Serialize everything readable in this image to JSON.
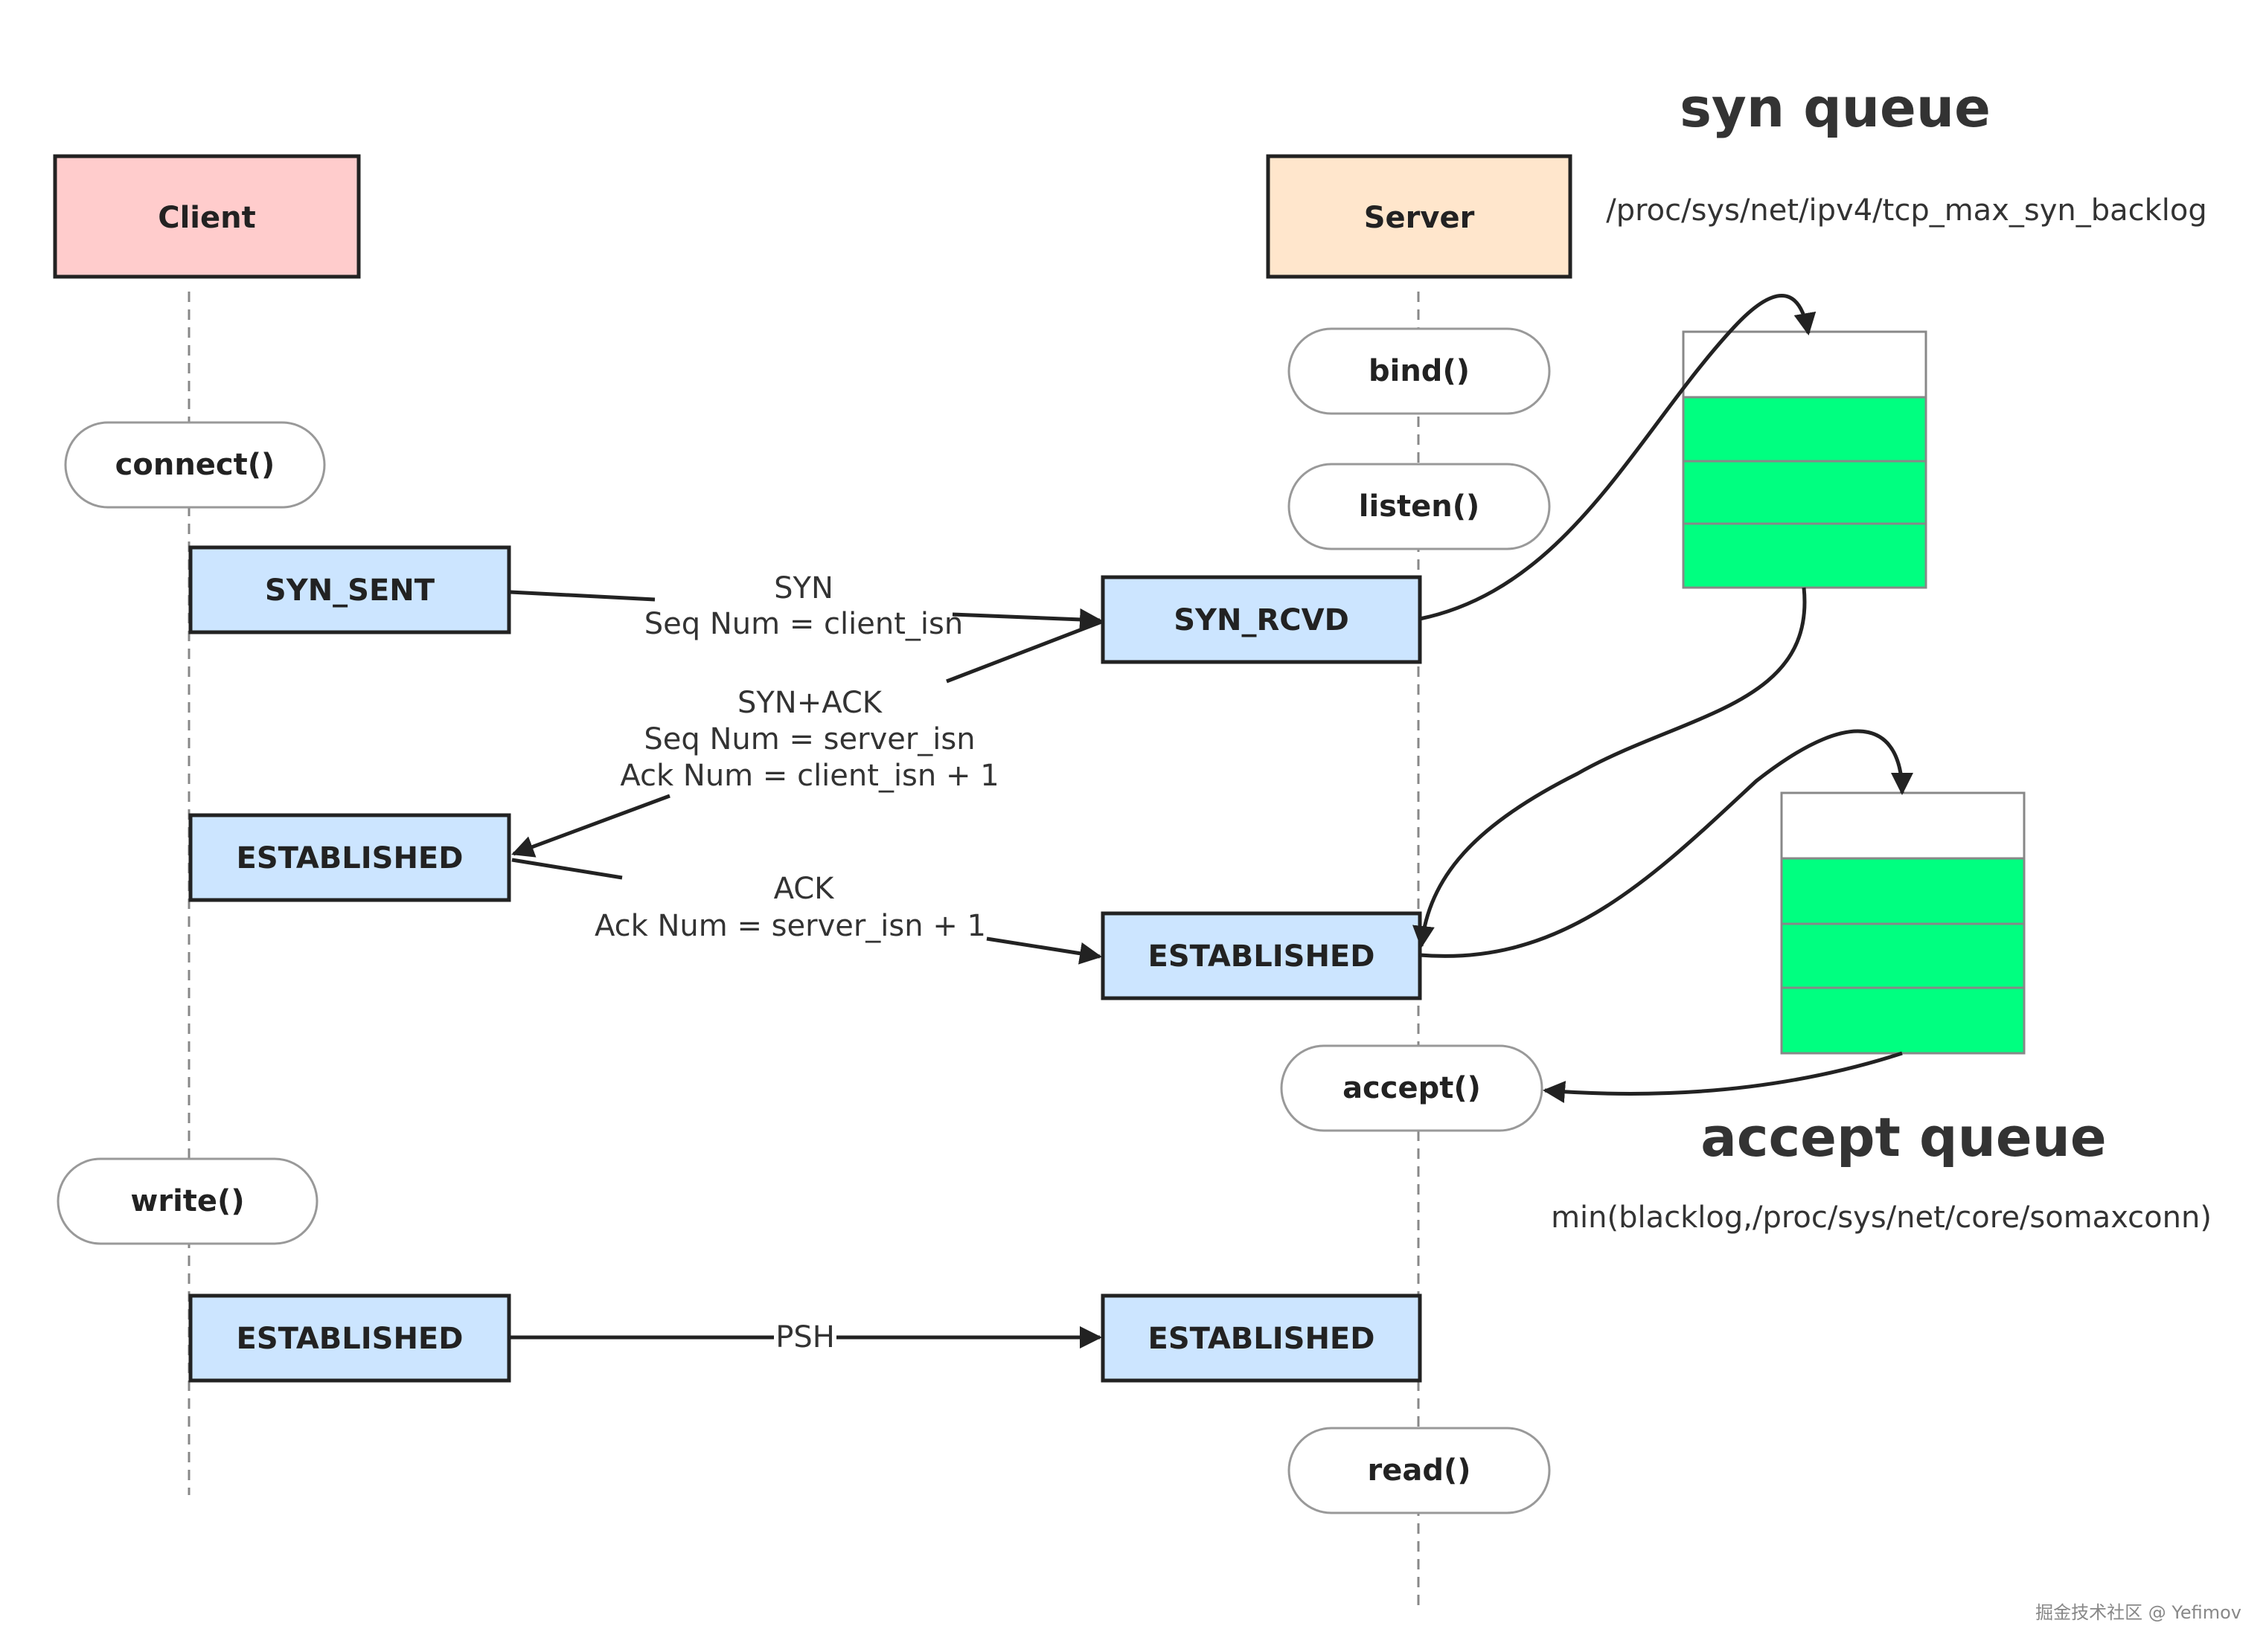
{
  "participants": {
    "client": "Client",
    "server": "Server"
  },
  "client_calls": {
    "connect": "connect()",
    "write": "write()"
  },
  "server_calls": {
    "bind": "bind()",
    "listen": "listen()",
    "accept": "accept()",
    "read": "read()"
  },
  "client_states": {
    "syn_sent": "SYN_SENT",
    "established_1": "ESTABLISHED",
    "established_2": "ESTABLISHED"
  },
  "server_states": {
    "syn_rcvd": "SYN_RCVD",
    "established_1": "ESTABLISHED",
    "established_2": "ESTABLISHED"
  },
  "messages": {
    "syn": [
      "SYN",
      "Seq Num = client_isn"
    ],
    "synack": [
      "SYN+ACK",
      "Seq Num = server_isn",
      "Ack Num = client_isn + 1"
    ],
    "ack": [
      "ACK",
      "Ack Num = server_isn + 1"
    ],
    "psh": "PSH"
  },
  "syn_queue": {
    "title": "syn queue",
    "path": "/proc/sys/net/ipv4/tcp_max_syn_backlog"
  },
  "accept_queue": {
    "title": "accept queue",
    "path": "min(blacklog,/proc/sys/net/core/somaxconn)"
  },
  "watermark": "掘金技术社区 @ Yefimov",
  "colors": {
    "client_fill": "#FFCCCC",
    "server_fill": "#FFE6CC",
    "state_fill": "#CCE5FF",
    "queue_fill": "#00FF80",
    "stroke": "#222222"
  }
}
